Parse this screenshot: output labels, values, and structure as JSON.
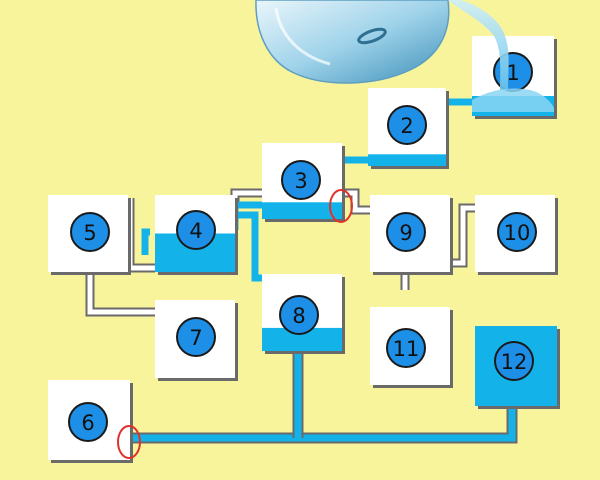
{
  "colors": {
    "background": "#f8f49c",
    "water": "#13b3ea",
    "badge": "#1e8fe6",
    "badge_outline": "#1a1a1a",
    "tank_fill": "#ffffff",
    "tank_shadow": "#6a6a6a",
    "highlight_ring": "#e0322a"
  },
  "jug": {
    "icon": "water-jug-icon"
  },
  "tanks": [
    {
      "label": "1",
      "fill_level": 0.25
    },
    {
      "label": "2",
      "fill_level": 0.15
    },
    {
      "label": "3",
      "fill_level": 0.22
    },
    {
      "label": "4",
      "fill_level": 0.5
    },
    {
      "label": "5",
      "fill_level": 0
    },
    {
      "label": "6",
      "fill_level": 0
    },
    {
      "label": "7",
      "fill_level": 0
    },
    {
      "label": "8",
      "fill_level": 0.3
    },
    {
      "label": "9",
      "fill_level": 0
    },
    {
      "label": "10",
      "fill_level": 0
    },
    {
      "label": "11",
      "fill_level": 0
    },
    {
      "label": "12",
      "fill_level": 1
    }
  ],
  "markers": [
    {
      "name": "overflow-marker-tank-3",
      "icon": "red-circle-icon"
    },
    {
      "name": "inlet-marker-tank-6",
      "icon": "red-circle-icon"
    }
  ]
}
